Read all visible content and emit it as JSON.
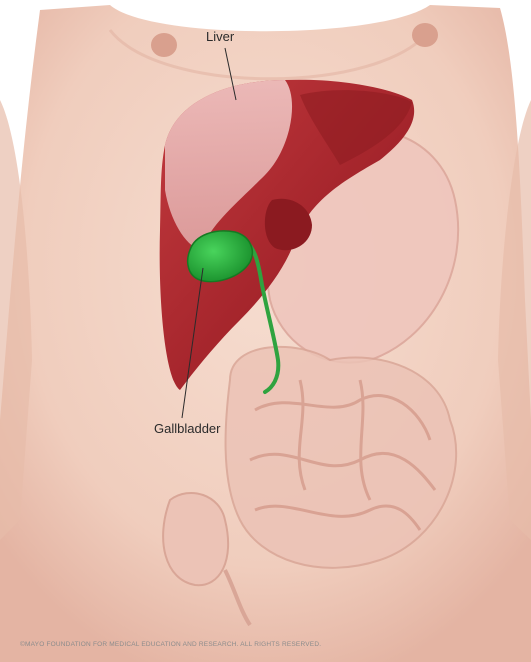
{
  "labels": {
    "liver": "Liver",
    "gallbladder": "Gallbladder"
  },
  "credit": "©MAYO FOUNDATION FOR MEDICAL EDUCATION AND RESEARCH. ALL RIGHTS RESERVED.",
  "colors": {
    "skin": "#f1d2c3",
    "skin_shadow": "#e3b3a2",
    "liver": "#a8262d",
    "liver_dark": "#7e1a20",
    "liver_pale": "#e9b2b0",
    "gallbladder": "#22b33a",
    "stomach": "#efc6bd",
    "intestine": "#ecc3b6"
  }
}
